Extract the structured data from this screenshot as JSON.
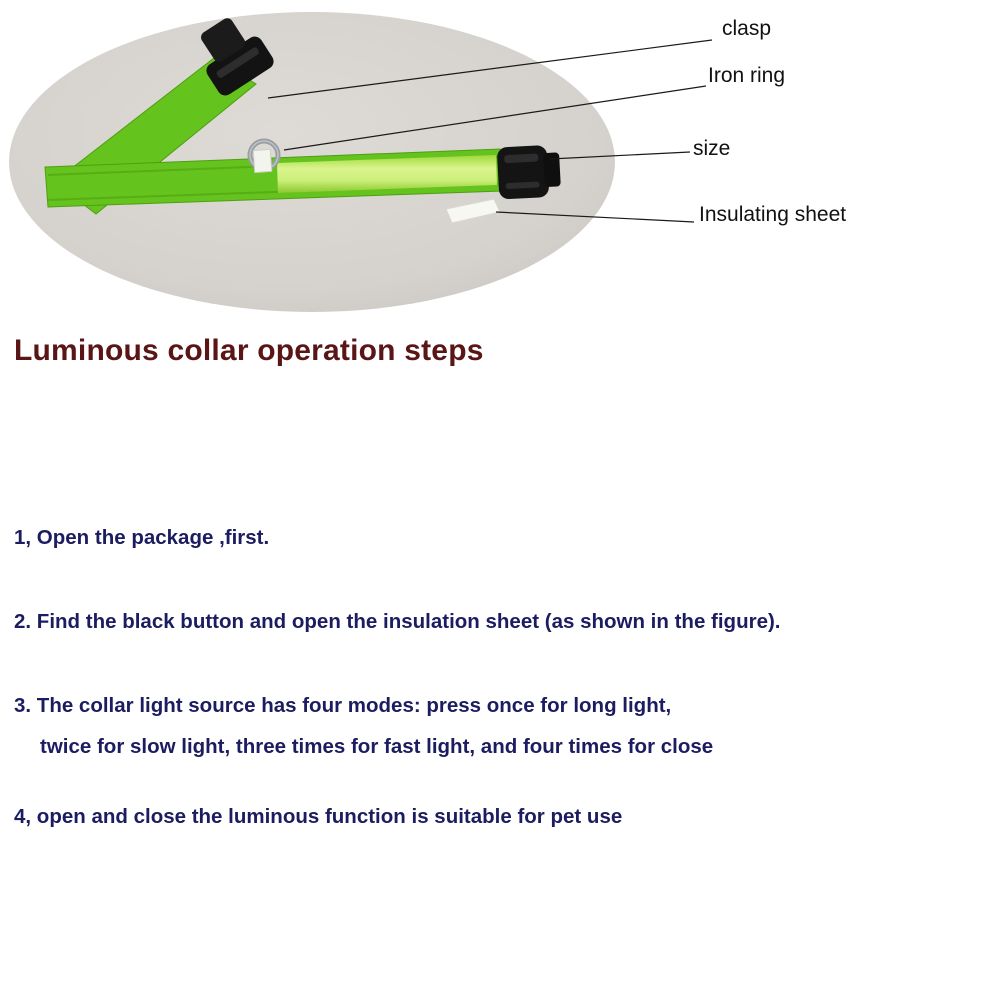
{
  "diagram": {
    "labels": [
      {
        "id": "clasp",
        "text": "clasp"
      },
      {
        "id": "iron-ring",
        "text": "Iron ring"
      },
      {
        "id": "size",
        "text": "size"
      },
      {
        "id": "insulating-sheet",
        "text": "Insulating sheet"
      }
    ]
  },
  "title": "Luminous collar operation steps",
  "steps": [
    {
      "lines": [
        "1, Open the package ,first."
      ]
    },
    {
      "lines": [
        "2. Find the black button and open the insulation sheet (as shown in the figure)."
      ]
    },
    {
      "lines": [
        "3. The collar light source has four modes: press once for long light,",
        "twice for slow light, three times for fast light, and four times for close"
      ]
    },
    {
      "lines": [
        "4, open and close the luminous function is suitable for pet use"
      ]
    }
  ],
  "colors": {
    "title_text": "#5a1616",
    "step_text": "#1c1c60",
    "label_text": "#111111",
    "collar_green": "#65c31d",
    "luminous_strip": "#cdf07c",
    "buckle_black": "#141414",
    "fabric_gray": "#d5d2cd"
  }
}
